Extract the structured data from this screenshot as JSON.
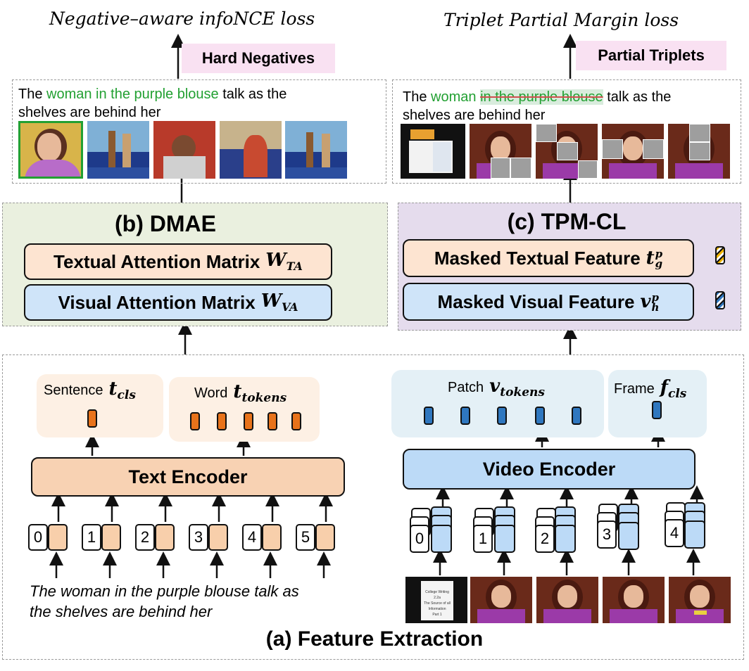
{
  "losses": {
    "left": "Negative–aware infoNCE loss",
    "right": "Triplet Partial Margin loss"
  },
  "tags": {
    "hard_negatives": "Hard Negatives",
    "partial_triplets": "Partial Triplets"
  },
  "captions": {
    "left": {
      "before": "The ",
      "highlight": "woman in the purple blouse",
      "after": " talk as the",
      "line2": "shelves are behind her"
    },
    "right": {
      "before": "The ",
      "highlight": "woman",
      "space": " ",
      "struck": "in the purple blouse",
      "after": " talk as the",
      "line2": "shelves are behind her"
    }
  },
  "dmae": {
    "title": "(b) DMAE",
    "textual_label": "Textual Attention Matrix",
    "textual_var": "W",
    "textual_sub": "TA",
    "visual_label": "Visual Attention Matrix",
    "visual_var": "W",
    "visual_sub": "VA"
  },
  "tpm": {
    "title": "(c) TPM-CL",
    "textual_label": "Masked Textual Feature",
    "textual_var": "t",
    "textual_sup": "p",
    "textual_sub": "g",
    "visual_label": "Masked Visual Feature",
    "visual_var": "v",
    "visual_sup": "p",
    "visual_sub": "h"
  },
  "features": {
    "sentence_label": "Sentence",
    "sentence_var": "t",
    "sentence_sub": "cls",
    "word_label": "Word",
    "word_var": "t",
    "word_sub": "tokens",
    "patch_label": "Patch",
    "patch_var": "v",
    "patch_sub": "tokens",
    "frame_label": "Frame",
    "frame_var": "f",
    "frame_sub": "cls"
  },
  "encoders": {
    "text": "Text Encoder",
    "video": "Video Encoder"
  },
  "text_indices": [
    "0",
    "1",
    "2",
    "3",
    "4",
    "5"
  ],
  "video_indices": [
    "0",
    "1",
    "2",
    "3",
    "4"
  ],
  "input_sentence": {
    "line1": "The woman in the purple blouse talk as",
    "line2": "the shelves are behind her"
  },
  "thumb_text": {
    "l1": "College Writing 2.2a",
    "l2": "The Source of all Information",
    "l3": "Part 1"
  },
  "feature_extraction_title": "(a) Feature Extraction",
  "colors": {
    "text_green": "#22a032",
    "orange_token": "#e8731b",
    "blue_token": "#2f77bf",
    "dmae_bg": "#eaf0df",
    "tpm_bg": "#e5dced",
    "tag_bg": "#f9e1f2"
  }
}
